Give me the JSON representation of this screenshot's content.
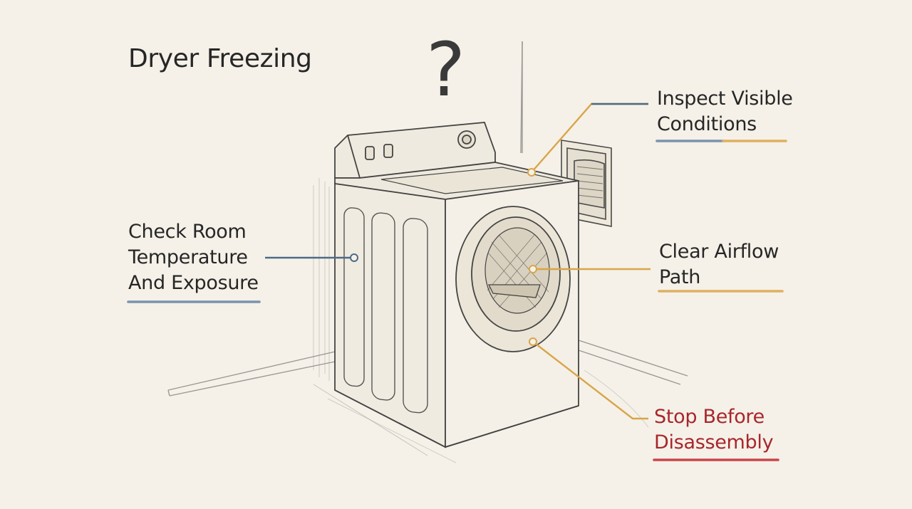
{
  "title": "Dryer Freezing",
  "question_mark": "?",
  "callouts": {
    "inspect": {
      "lines": [
        "Inspect Visible",
        "Conditions"
      ],
      "color": "#2a2a2a",
      "underline": [
        "#7a93ad",
        "#e0b060"
      ]
    },
    "room": {
      "lines": [
        "Check Room",
        "Temperature",
        "And Exposure"
      ],
      "color": "#2a2a2a",
      "underline": [
        "#7a93ad"
      ]
    },
    "airflow": {
      "lines": [
        "Clear Airflow",
        "Path"
      ],
      "color": "#2a2a2a",
      "underline": [
        "#e0b060"
      ]
    },
    "stop": {
      "lines": [
        "Stop Before",
        "Disassembly"
      ],
      "color": "#a8262c",
      "underline": [
        "#c9454a"
      ]
    }
  },
  "colors": {
    "background": "#f5f1e8",
    "sketch": "#4a4a4a",
    "leader_blue": "#4e6a85",
    "leader_gold": "#d8a54a"
  }
}
